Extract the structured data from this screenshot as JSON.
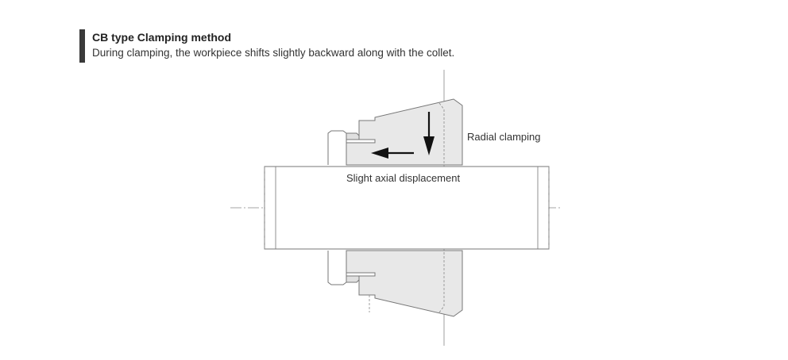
{
  "header": {
    "title": "CB type Clamping method",
    "subtitle": "During clamping, the workpiece shifts slightly backward along with the collet."
  },
  "diagram": {
    "labels": {
      "radial": "Radial clamping",
      "axial": "Slight axial displacement"
    },
    "colors": {
      "fill": "#e8e8e8",
      "stroke": "#777777",
      "arrow": "#111111",
      "accent": "#3a3a3a"
    }
  }
}
